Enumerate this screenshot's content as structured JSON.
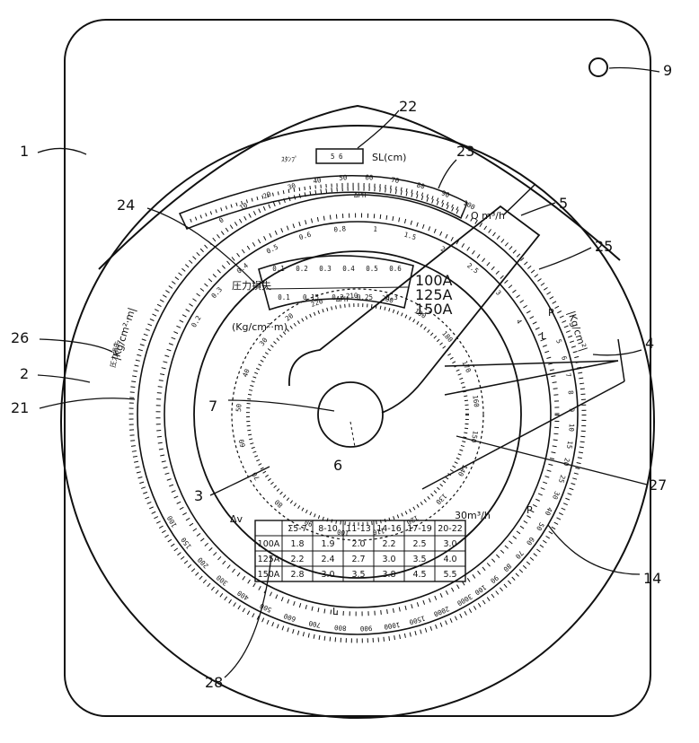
{
  "callouts": [
    {
      "key": "c1",
      "text": "1"
    },
    {
      "key": "c2",
      "text": "2"
    },
    {
      "key": "c3",
      "text": "3"
    },
    {
      "key": "c4",
      "text": "4"
    },
    {
      "key": "c5",
      "text": "5"
    },
    {
      "key": "c6",
      "text": "6"
    },
    {
      "key": "c7",
      "text": "7"
    },
    {
      "key": "c9",
      "text": "9"
    },
    {
      "key": "c14",
      "text": "14"
    },
    {
      "key": "c21",
      "text": "21"
    },
    {
      "key": "c22",
      "text": "22"
    },
    {
      "key": "c23",
      "text": "23"
    },
    {
      "key": "c24",
      "text": "24"
    },
    {
      "key": "c25",
      "text": "25"
    },
    {
      "key": "c26",
      "text": "26"
    },
    {
      "key": "c27",
      "text": "27"
    },
    {
      "key": "c28",
      "text": "28"
    }
  ],
  "labels": {
    "sl_cm": "SL(cm)",
    "stamp": "ｽﾀﾝﾌﾟ",
    "q_unit": "Q m³/h",
    "pipe_100": "100A",
    "pipe_125": "125A",
    "pipe_150": "150A",
    "pressure_unit_left": "|Kg/cm²·m|",
    "pressure_unit_right": "|Kg/cm²|",
    "pressure_label": "圧力損失",
    "pressure_window_unit": "(Kg/cm²·m)",
    "delta_ph": "ΔPH",
    "delta_v": "Δv",
    "flow_unit": "30m³/h",
    "l_mark": "L",
    "p_mark": "P"
  },
  "table": {
    "headers": [
      "Σ5-7",
      "8-10",
      "11-13",
      "14-16",
      "17-19",
      "20-22"
    ],
    "corner": "",
    "rows": [
      {
        "label": "100A",
        "values": [
          "1.8",
          "1.9",
          "2.0",
          "2.2",
          "2.5",
          "3.0"
        ]
      },
      {
        "label": "125A",
        "values": [
          "2.2",
          "2.4",
          "2.7",
          "3.0",
          "3.5",
          "4.0"
        ]
      },
      {
        "label": "150A",
        "values": [
          "2.8",
          "3.0",
          "3.5",
          "3.8",
          "4.5",
          "5.5"
        ]
      }
    ]
  },
  "sl_scale": [
    "0",
    "10",
    "20",
    "30",
    "40",
    "50",
    "60",
    "70",
    "80",
    "90",
    "100"
  ],
  "window_top_scale": [
    "0.1",
    "0.2",
    "0.3",
    "0.4",
    "0.5",
    "0.6"
  ],
  "window_bottom_scale": [
    "0.1",
    "0.15",
    "0.2",
    "0.25",
    "0.3"
  ],
  "middle_scale": [
    "0.2",
    "0.3",
    "0.4",
    "0.5",
    "0.6",
    "0.8",
    "1",
    "1.5",
    "2",
    "2.5",
    "3",
    "4"
  ],
  "inner_scale": [
    "220",
    "210",
    "200",
    "190",
    "180",
    "170",
    "160",
    "150",
    "140",
    "130",
    "120",
    "110",
    "100",
    "90",
    "80",
    "70",
    "60",
    "50",
    "40",
    "30",
    "20"
  ],
  "lower_scale": [
    "100",
    "150",
    "200",
    "300",
    "400",
    "500",
    "600",
    "700",
    "800",
    "900",
    "1000",
    "1500",
    "2000",
    "3000"
  ],
  "right_scale": [
    "5",
    "6",
    "7",
    "8",
    "9",
    "10",
    "15",
    "20",
    "25",
    "30",
    "40",
    "50",
    "60",
    "70",
    "80",
    "90",
    "100"
  ]
}
